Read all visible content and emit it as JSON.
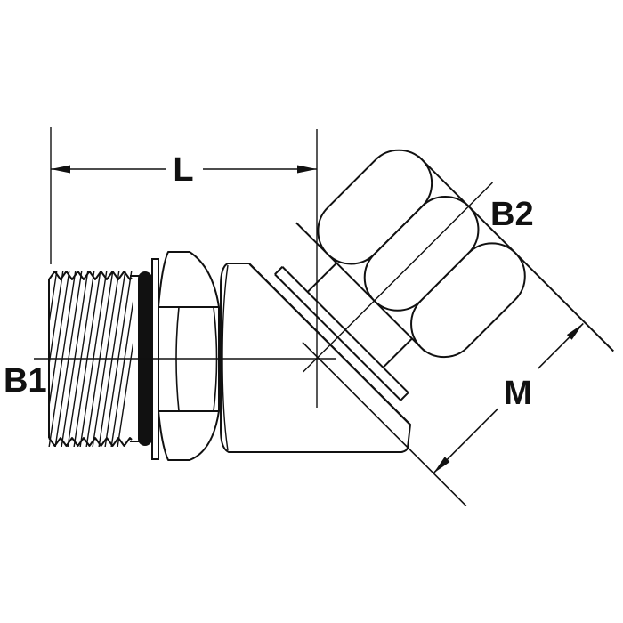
{
  "drawing": {
    "type": "technical-line-drawing",
    "subject": "45-degree male O-ring boss to female swivel elbow hydraulic fitting, side view",
    "background_color": "#ffffff",
    "line_color": "#111111",
    "labels": {
      "length_dimension": "L",
      "port_end": "B1",
      "swivel_nut": "B2",
      "swivel_length_dimension": "M"
    }
  }
}
